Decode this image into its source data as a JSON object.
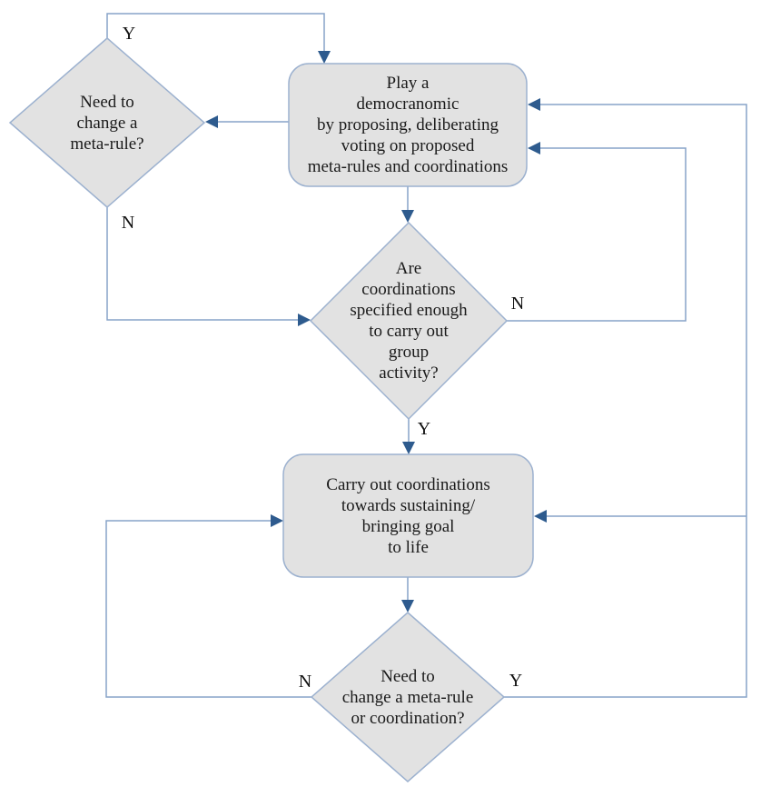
{
  "diagram": {
    "type": "flowchart",
    "colors": {
      "node_fill": "#e2e2e2",
      "node_border": "#9cb1cf",
      "edge_line": "#87a3c8",
      "arrowhead": "#2e5b8e",
      "text": "#1a1a1a",
      "background": "#ffffff"
    },
    "nodes": [
      {
        "id": "decision-need-change-meta-rule",
        "type": "decision",
        "label": "Need to\nchange a\nmeta-rule?"
      },
      {
        "id": "process-play-democranomic",
        "type": "process",
        "label": "Play a\ndemocranomic\nby proposing, deliberating\nvoting on proposed\nmeta-rules and coordinations"
      },
      {
        "id": "decision-coordinations-specified",
        "type": "decision",
        "label": "Are\ncoordinations\nspecified enough\nto carry out\ngroup\nactivity?"
      },
      {
        "id": "process-carry-out-coordinations",
        "type": "process",
        "label": "Carry out coordinations\ntowards sustaining/\nbringing goal\nto life"
      },
      {
        "id": "decision-need-change-meta-rule-or-coordination",
        "type": "decision",
        "label": "Need to\nchange a meta-rule\nor coordination?"
      }
    ],
    "edge_labels": {
      "meta_rule_yes": "Y",
      "meta_rule_no": "N",
      "specified_no": "N",
      "specified_yes": "Y",
      "change_no": "N",
      "change_yes": "Y"
    }
  }
}
